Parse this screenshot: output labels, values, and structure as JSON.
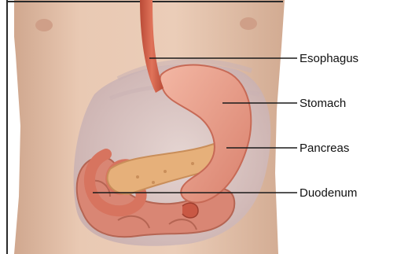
{
  "diagram": {
    "labels": {
      "esophagus": "Esophagus",
      "stomach": "Stomach",
      "pancreas": "Pancreas",
      "duodenum": "Duodenum"
    },
    "colors": {
      "background": "#ffffff",
      "skin": "#e8c6ae",
      "skin_shadow": "#c99f86",
      "organ_red": "#d8684f",
      "stomach_pink": "#eea895",
      "pancreas": "#e6b07a",
      "intestine": "#d98674",
      "leader_line": "#1a1a1a"
    }
  }
}
